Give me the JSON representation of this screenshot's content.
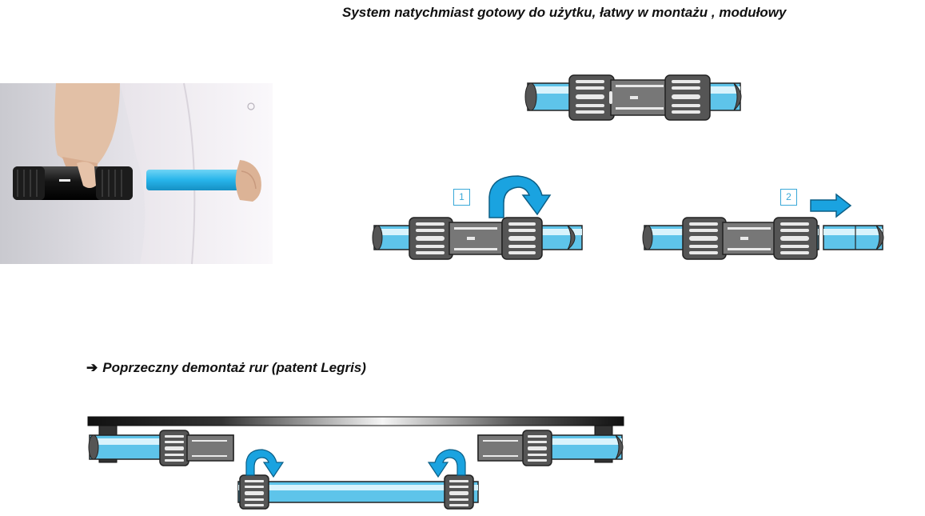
{
  "headline": "System natychmiast gotowy do użytku,  łatwy w montażu , modułowy",
  "subheading": {
    "arrow": "➔",
    "text": "Poprzeczny demontaż rur  (patent  Legris)"
  },
  "steps": [
    "1",
    "2"
  ],
  "colors": {
    "pipe_blue": "#5ec4ea",
    "pipe_highlight": "#d9f3fc",
    "fitting_dark": "#3c3c3c",
    "fitting_mid": "#8a8a8a",
    "arrow_blue": "#1aa3e0",
    "rail_dark": "#1a1a1a"
  },
  "icons": [
    "curved-arrow-icon",
    "right-arrow-icon"
  ]
}
